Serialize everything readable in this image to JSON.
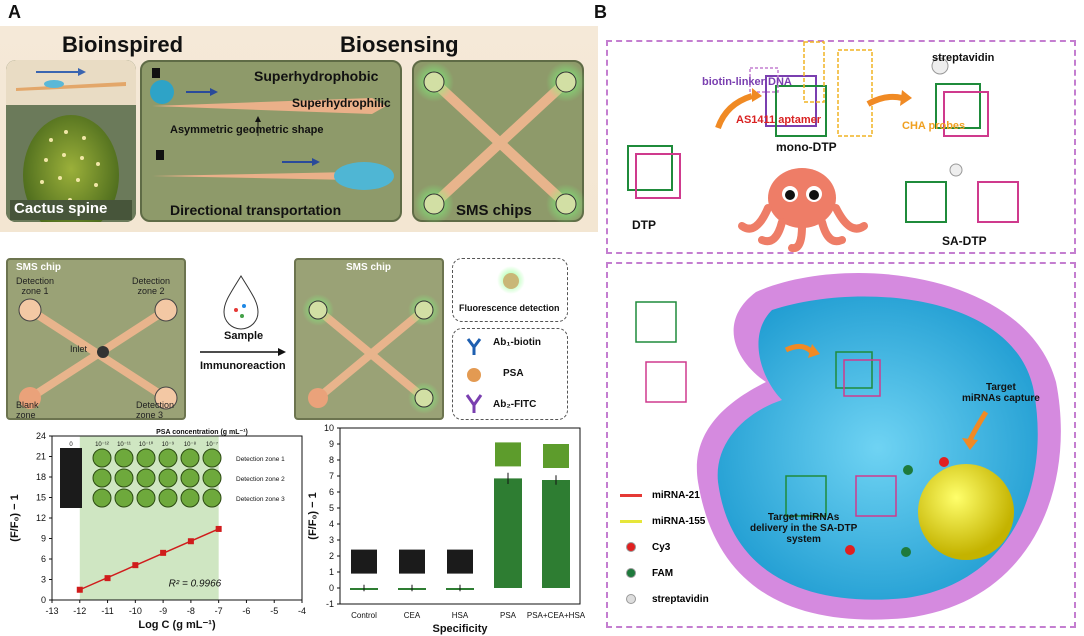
{
  "panels": {
    "a_letter": "A",
    "b_letter": "B"
  },
  "panel_a_top": {
    "bioinspired": "Bioinspired",
    "biosensing": "Biosensing",
    "cactus_label": "Cactus spine",
    "superhydrophobic": "Superhydrophobic",
    "superhydrophilic": "Superhydrophilic",
    "asymmetric": "Asymmetric geometric shape",
    "directional": "Directional transportation",
    "sms_chips": "SMS chips"
  },
  "panel_a_mid": {
    "chip_left_title": "SMS chip",
    "chip_right_title": "SMS chip",
    "zone1": "Detection\nzone 1",
    "zone2": "Detection\nzone 2",
    "zone3": "Detection\nzone 3",
    "blank": "Blank\nzone",
    "inlet": "Inlet",
    "sample": "Sample",
    "immunoreaction": "Immunoreaction",
    "fluorescence": "Fluorescence detection",
    "legend_ab1": "Ab₁-biotin",
    "legend_psa": "PSA",
    "legend_ab2": "Ab₂-FITC"
  },
  "chart_data": [
    {
      "type": "scatter",
      "title": "",
      "top_axis_label": "PSA concentration (g mL⁻¹)",
      "top_ticks": [
        "0",
        "10⁻¹²",
        "10⁻¹¹",
        "10⁻¹⁰",
        "10⁻⁹",
        "10⁻⁸",
        "10⁻⁷"
      ],
      "row_labels": [
        "Detection zone 1",
        "Detection zone 2",
        "Detection zone 3"
      ],
      "xlabel": "Log C (g mL⁻¹)",
      "ylabel": "(F/F₀) − 1",
      "xlim": [
        -13,
        -4
      ],
      "ylim": [
        0,
        24
      ],
      "x_ticks": [
        "-13",
        "-12",
        "-11",
        "-10",
        "-9",
        "-8",
        "-7",
        "-6",
        "-5",
        "-4"
      ],
      "y_ticks": [
        "0",
        "3",
        "6",
        "9",
        "12",
        "15",
        "18",
        "21",
        "24"
      ],
      "x": [
        -12,
        -11,
        -10,
        -9,
        -8,
        -7
      ],
      "y": [
        1.5,
        3.2,
        5.1,
        6.9,
        8.6,
        10.4
      ],
      "err": [
        0.4,
        0.3,
        0.3,
        0.3,
        0.3,
        0.3
      ],
      "annotation": "R² = 0.9966",
      "line_color": "#d01c1c"
    },
    {
      "type": "bar",
      "title": "",
      "xlabel": "Specificity",
      "ylabel": "(F/F₀) − 1",
      "categories": [
        "Control",
        "CEA",
        "HSA",
        "PSA",
        "PSA+CEA+HSA"
      ],
      "values": [
        0.0,
        0.0,
        0.0,
        6.85,
        6.75
      ],
      "err": [
        0.2,
        0.2,
        0.2,
        0.35,
        0.3
      ],
      "ylim": [
        -1,
        10
      ],
      "y_ticks": [
        "-1",
        "0",
        "1",
        "2",
        "3",
        "4",
        "5",
        "6",
        "7",
        "8",
        "9",
        "10"
      ],
      "bar_color": "#2e7d32"
    }
  ],
  "panel_b_top": {
    "biotin_linker": "biotin-linker DNA",
    "streptavidin": "streptavidin",
    "as1411": "AS1411 aptamer",
    "cha_probes": "CHA probes",
    "mono_dtp": "mono-DTP",
    "dtp": "DTP",
    "sa_dtp": "SA-DTP"
  },
  "panel_b_bottom": {
    "target_capture": "Target\nmiRNAs capture",
    "target_delivery": "Target miRNAs\ndelivery in the SA-DTP\nsystem",
    "legend": [
      {
        "label": "miRNA-21",
        "color": "#e53935"
      },
      {
        "label": "miRNA-155",
        "color": "#e6e63a"
      },
      {
        "label": "Cy3",
        "color": "#e02020"
      },
      {
        "label": "FAM",
        "color": "#1e7a3c"
      },
      {
        "label": "streptavidin",
        "color": "#dddddd"
      }
    ]
  }
}
